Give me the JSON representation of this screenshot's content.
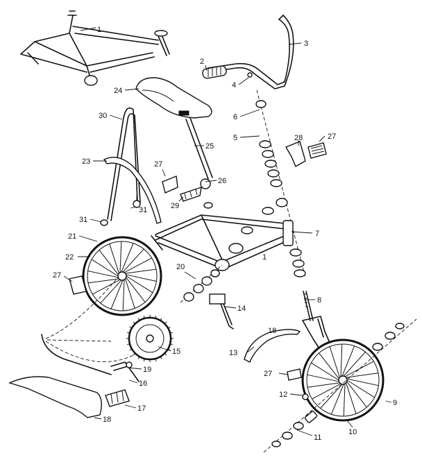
{
  "parts": [
    {
      "num": "1"
    },
    {
      "num": "1"
    },
    {
      "num": "2"
    },
    {
      "num": "3"
    },
    {
      "num": "4"
    },
    {
      "num": "5"
    },
    {
      "num": "6"
    },
    {
      "num": "7"
    },
    {
      "num": "8"
    },
    {
      "num": "9"
    },
    {
      "num": "10"
    },
    {
      "num": "11"
    },
    {
      "num": "12"
    },
    {
      "num": "13"
    },
    {
      "num": "14"
    },
    {
      "num": "15"
    },
    {
      "num": "16"
    },
    {
      "num": "17"
    },
    {
      "num": "18"
    },
    {
      "num": "18"
    },
    {
      "num": "19"
    },
    {
      "num": "20"
    },
    {
      "num": "21"
    },
    {
      "num": "22"
    },
    {
      "num": "23"
    },
    {
      "num": "24"
    },
    {
      "num": "25"
    },
    {
      "num": "26"
    },
    {
      "num": "27"
    },
    {
      "num": "27"
    },
    {
      "num": "27"
    },
    {
      "num": "27"
    },
    {
      "num": "28"
    },
    {
      "num": "29"
    },
    {
      "num": "30"
    },
    {
      "num": "31"
    },
    {
      "num": "31"
    }
  ]
}
